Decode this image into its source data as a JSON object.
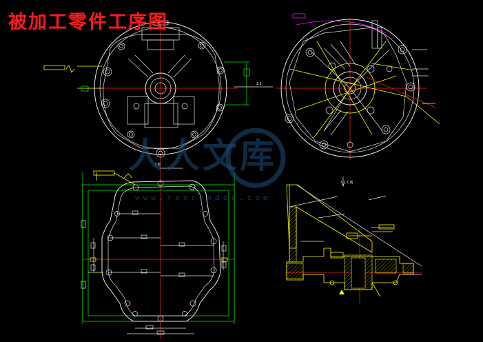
{
  "title": "被加工零件工序图",
  "watermark": {
    "logo_text": "人人文库",
    "url": "www.renrendoc.com"
  },
  "views": {
    "bottom_left_caption": "C向",
    "right_section_caption": "C向"
  }
}
